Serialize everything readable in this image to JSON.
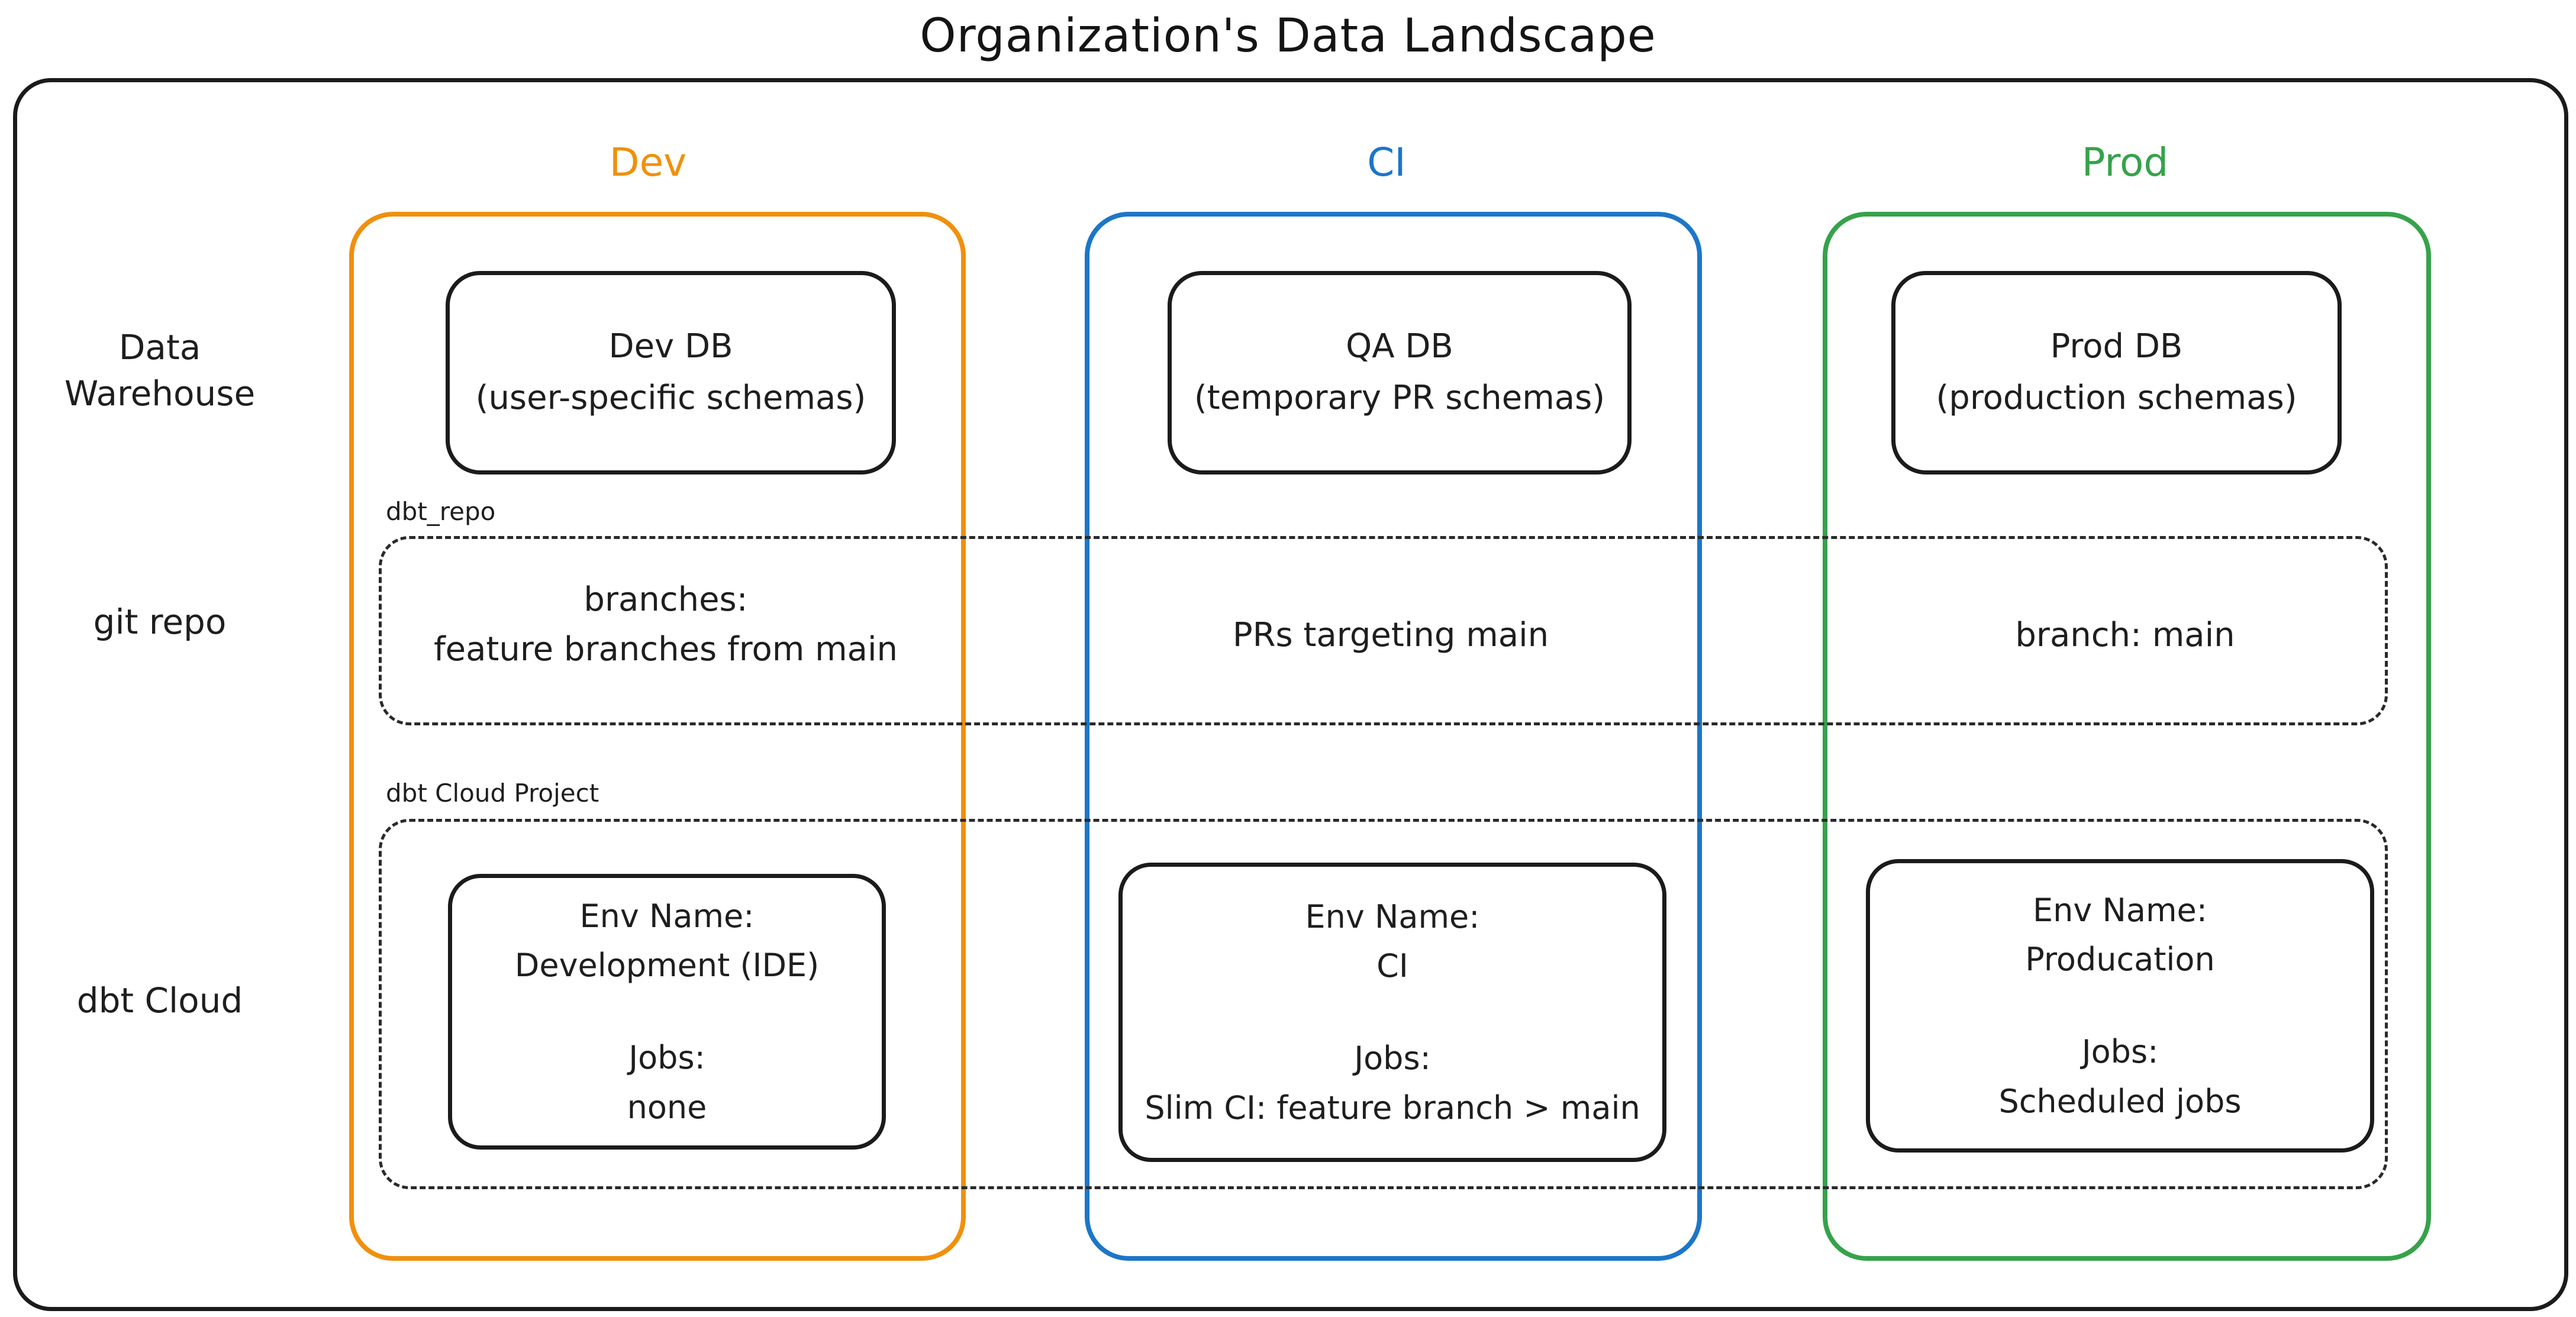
{
  "title": "Organization's Data Landscape",
  "colors": {
    "dev_accent": "#f0900c",
    "ci_accent": "#1c76c8",
    "prod_accent": "#36a24b",
    "stroke": "#1b1b1b"
  },
  "columns": {
    "dev": {
      "label": "Dev"
    },
    "ci": {
      "label": "CI"
    },
    "prod": {
      "label": "Prod"
    }
  },
  "row_labels": {
    "warehouse": "Data Warehouse",
    "git": "git repo",
    "dbt": "dbt Cloud"
  },
  "warehouse": {
    "dev": {
      "line1": "Dev DB",
      "line2": "(user-specific schemas)"
    },
    "ci": {
      "line1": "QA DB",
      "line2": "(temporary PR schemas)"
    },
    "prod": {
      "line1": "Prod DB",
      "line2": "(production schemas)"
    }
  },
  "git": {
    "label": "dbt_repo",
    "dev_line1": "branches:",
    "dev_line2": "feature branches from main",
    "ci": "PRs targeting main",
    "prod": "branch: main"
  },
  "dbt": {
    "label": "dbt Cloud Project",
    "dev": {
      "env_label": "Env Name:",
      "env": "Development (IDE)",
      "jobs_label": "Jobs:",
      "jobs": "none"
    },
    "ci": {
      "env_label": "Env Name:",
      "env": "CI",
      "jobs_label": "Jobs:",
      "jobs": "Slim CI: feature branch > main"
    },
    "prod": {
      "env_label": "Env Name:",
      "env": "Producation",
      "jobs_label": "Jobs:",
      "jobs": "Scheduled jobs"
    }
  }
}
